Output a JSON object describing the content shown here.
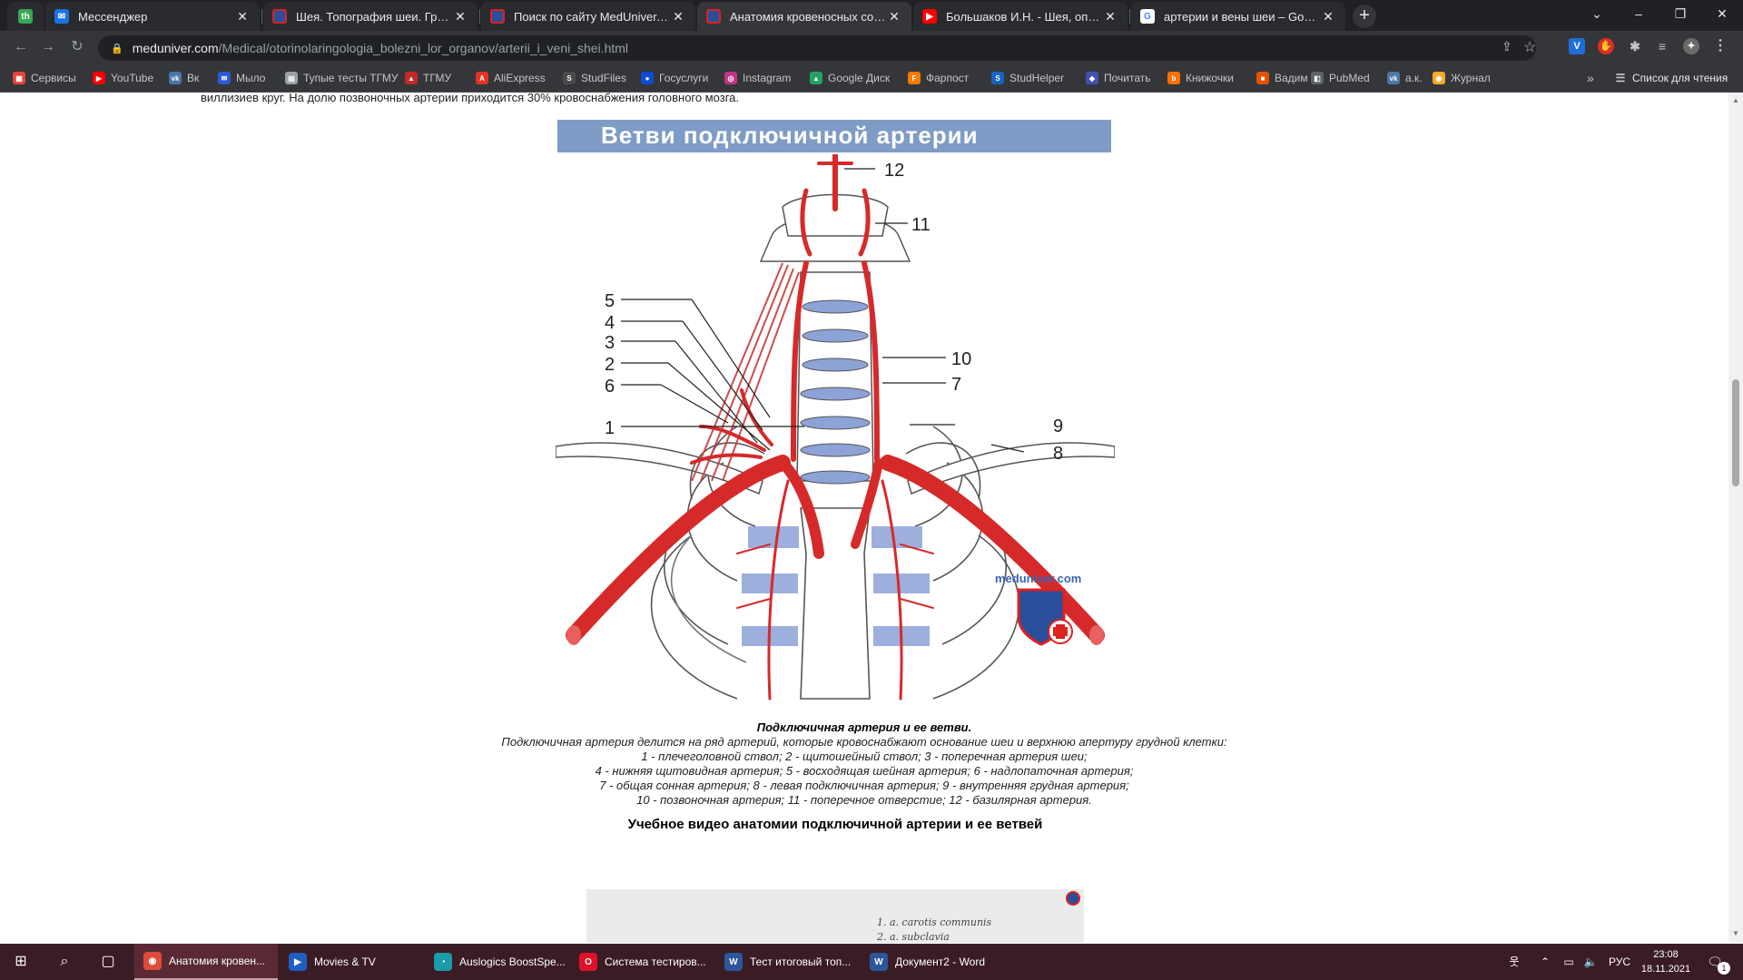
{
  "browser": {
    "tabs": [
      {
        "title": "th",
        "favicon": "green-square-icon",
        "kind": "pinned"
      },
      {
        "title": "Мессенджер",
        "favicon": "messenger-icon"
      },
      {
        "title": "Шея. Топография шеи. Граница",
        "favicon": "meduniver-icon"
      },
      {
        "title": "Поиск по сайту MedUniver.com",
        "favicon": "meduniver-icon"
      },
      {
        "title": "Анатомия кровеносных сосудо",
        "favicon": "meduniver-icon",
        "active": true
      },
      {
        "title": "Большаков И.Н. - Шея, операти",
        "favicon": "youtube-icon"
      },
      {
        "title": "артерии и вены шеи – Google П",
        "favicon": "google-icon"
      }
    ],
    "new_tab_label": "+",
    "url_host": "meduniver.com",
    "url_path": "/Medical/otorinolaringologia_bolezni_lor_organov/arterii_i_veni_shei.html"
  },
  "bookmarks": [
    {
      "label": "Сервисы",
      "icon": "apps-grid-icon",
      "color": "#ea4335"
    },
    {
      "label": "YouTube",
      "icon": "youtube-icon",
      "color": "#ff0000"
    },
    {
      "label": "Вк",
      "icon": "vk-icon",
      "color": "#4a76a8"
    },
    {
      "label": "Мыло",
      "icon": "mail-icon",
      "color": "#2a5bd7"
    },
    {
      "label": "Тупые тесты ТГМУ",
      "icon": "doc-icon",
      "color": "#9aa0a6"
    },
    {
      "label": "ТГМУ",
      "icon": "tgmu-icon",
      "color": "#c62828"
    },
    {
      "label": "AliExpress",
      "icon": "aliexpress-icon",
      "color": "#e43225"
    },
    {
      "label": "StudFiles",
      "icon": "studfiles-icon",
      "color": "#4a4a4a"
    },
    {
      "label": "Госуслуги",
      "icon": "gosuslugi-icon",
      "color": "#0d4cd3"
    },
    {
      "label": "Instagram",
      "icon": "instagram-icon",
      "color": "#c13584"
    },
    {
      "label": "Google Диск",
      "icon": "google-drive-icon",
      "color": "#1fa463"
    },
    {
      "label": "Фарпост",
      "icon": "farpost-icon",
      "color": "#f57c00"
    },
    {
      "label": "StudHelper",
      "icon": "studhelper-icon",
      "color": "#1565c0"
    },
    {
      "label": "Почитать",
      "icon": "book-icon",
      "color": "#3f51b5"
    },
    {
      "label": "Книжочки",
      "icon": "books-icon",
      "color": "#ff6f00"
    },
    {
      "label": "Вадим",
      "icon": "bookmark-icon",
      "color": "#e65100"
    },
    {
      "label": "PubMed",
      "icon": "pubmed-icon",
      "color": "#5f6368"
    },
    {
      "label": "а.к.",
      "icon": "vk-icon",
      "color": "#4a76a8"
    },
    {
      "label": "Журнал",
      "icon": "journal-icon",
      "color": "#f9a825"
    }
  ],
  "reading_list_label": "Список для чтения",
  "bookmarks_more_label": "»",
  "page": {
    "intro_text": "виллизиев круг. На долю позвоночных артерии приходится 30% кровоснабжения головного мозга.",
    "figure_title": "Ветви подключичной артерии",
    "figure_labels": [
      "12",
      "11",
      "5",
      "4",
      "3",
      "2",
      "6",
      "1",
      "10",
      "7",
      "9",
      "8"
    ],
    "watermark": "meduniver.com",
    "caption_title": "Подключичная артерия и ее ветви.",
    "caption_lines": [
      "Подключичная артерия делится на ряд артерий, которые кровоснабжают основание шеи и верхнюю апертуру грудной клетки:",
      "1 - плечеголовной ствол; 2 - щитошейный ствол; 3 - поперечная артерия шеи;",
      "4 - нижняя щитовидная артерия; 5 - восходящая шейная артерия; 6 - надлопаточная артерия;",
      "7 - общая сонная артерия; 8 - левая подключичная артерия; 9 - внутренняя грудная артерия;",
      "10 - позвоночная артерия; 11 - поперечное отверстие; 12 - базилярная артерия."
    ],
    "video_title": "Учебное видео анатомии подключичной артерии и ее ветвей",
    "video_handwriting": [
      "1. a. carotis communis",
      "2. a. subclavia"
    ]
  },
  "taskbar": {
    "apps": [
      {
        "label": "Анатомия кровен...",
        "icon": "chrome-icon",
        "color": "#dd4b39",
        "active": true
      },
      {
        "label": "Movies & TV",
        "icon": "movies-icon",
        "color": "#1e5fc4"
      },
      {
        "label": "Auslogics BoostSpe...",
        "icon": "boostspeed-icon",
        "color": "#1b9aa8"
      },
      {
        "label": "Система тестиров...",
        "icon": "opera-icon",
        "color": "#e0112b"
      },
      {
        "label": "Тест итоговый топ...",
        "icon": "word-icon",
        "color": "#2b579a"
      },
      {
        "label": "Документ2 - Word",
        "icon": "word-icon",
        "color": "#2b579a"
      }
    ],
    "language": "РУС",
    "time": "23:08",
    "date": "18.11.2021",
    "notification_count": "1"
  },
  "colors": {
    "artery": "#d62a2a",
    "figure_header": "#7f9cc7",
    "cartilage": "#8da2d6",
    "taskbar": "#3a1c24"
  }
}
